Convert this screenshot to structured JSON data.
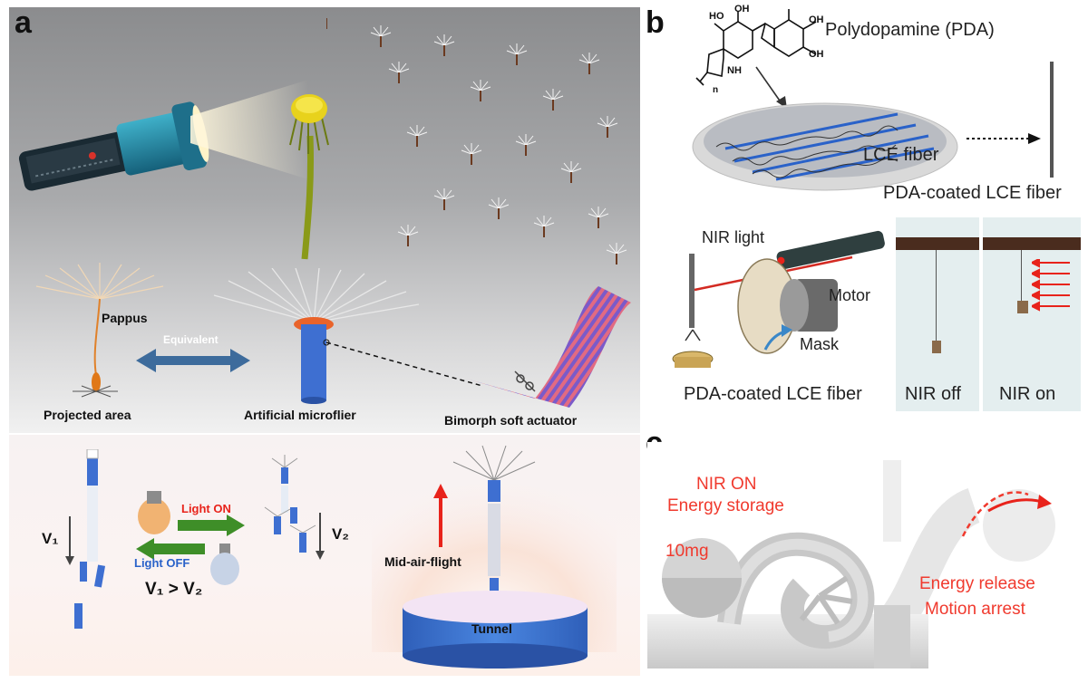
{
  "panel_a": {
    "letter": "a",
    "pappus": "Pappus",
    "equivalent": "Equivalent",
    "projected_area": "Projected area",
    "artificial_microflier": "Artificial microflier",
    "bimorph_soft_actuator": "Bimorph soft actuator",
    "v1": "V₁",
    "v2": "V₂",
    "light_on": "Light ON",
    "light_off": "Light OFF",
    "v1_gt_v2": "V₁ > V₂",
    "mid_air_flight": "Mid-air-flight",
    "tunnel": "Tunnel"
  },
  "panel_b": {
    "letter": "b",
    "oh1": "HO",
    "oh2": "OH",
    "oh3": "OH",
    "oh4": "OH",
    "nh": "NH",
    "n": "n",
    "polydopamine": "Polydopamine (PDA)",
    "lce_fiber": "LCE fiber",
    "pda_coated_fiber_top": "PDA-coated LCE fiber",
    "nir_light": "NIR light",
    "motor": "Motor",
    "mask": "Mask",
    "pda_coated_fiber_bottom": "PDA-coated LCE fiber",
    "nir_off": "NIR off",
    "nir_on": "NIR on"
  },
  "panel_c": {
    "letter": "c",
    "nir_on": "NIR ON",
    "energy_storage": "Energy storage",
    "mass": "10mg",
    "energy_release": "Energy release",
    "motion_arrest": "Motion arrest"
  },
  "colors": {
    "accent_red": "#e8231b",
    "blue": "#2a62c9",
    "green": "#3e8e28",
    "panel_c_red": "#f03a2e"
  }
}
